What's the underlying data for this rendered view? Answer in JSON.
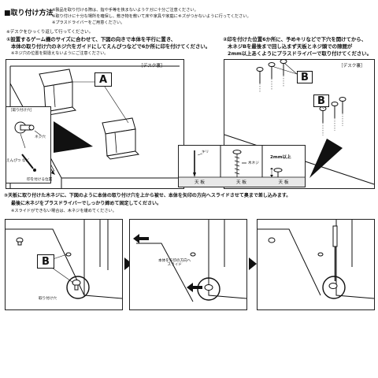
{
  "title": "■取り付け方法",
  "notes": [
    "※製品を取り付ける際は、指や手等を挟まないようケガに十分ご注意ください。",
    "※取り付けに十分な場所を確保し、敷き物を敷いて床や家具や家庭にキズがつかないように行ってください。",
    "※プラスドライバーをご用意ください。"
  ],
  "prep": "※デスクをひっくり返して行ってください。",
  "step1": {
    "heading": "①設置するゲーム機のサイズに合わせて、下図の向きで本体を平行に置き、",
    "line2": "本体の取り付け穴のネジ穴をガイドにしてえんぴつなどで6か所に印を付けてください。",
    "note": "※ネジ穴の位置を間違えないようにご注意ください。",
    "desk_back": "［デスク裏］",
    "part": "A",
    "inset_title": "［取り付け穴］",
    "screw_hole": "ネジ穴",
    "pencil": "えんぴつ\nなど",
    "mark_pos": "印を付ける位置"
  },
  "step2": {
    "heading": "②印を付けた位置6か所に、予めキリなどで下穴を開けてから、",
    "line2": "木ネジBを最後まで回し込まず天板とネジ頭での隙間が",
    "line3": "2mm以上あくようにプラスドライバーで取り付けてください。",
    "desk_back": "［デスク裏］",
    "part_a": "B",
    "part_b": "B",
    "kiri": "キリ",
    "wood_screw": "木ネジ",
    "gap": "2mm以上",
    "table_label": "天 板"
  },
  "step3": {
    "heading": "③天板に取り付けた木ネジに、下図のように本体の取り付け穴を上から被せ、本体を矢印の方向へスライドさせて奥まで差し込みます。",
    "line2": "最後に木ネジをプラスドライバーでしっかり締めて固定してください。",
    "note": "※スライドができない場合は、木ネジを緩めてください。",
    "part": "B",
    "mount_hole": "取り付け穴",
    "slide_text": "本体を矢印の方向へ\nスライド"
  }
}
